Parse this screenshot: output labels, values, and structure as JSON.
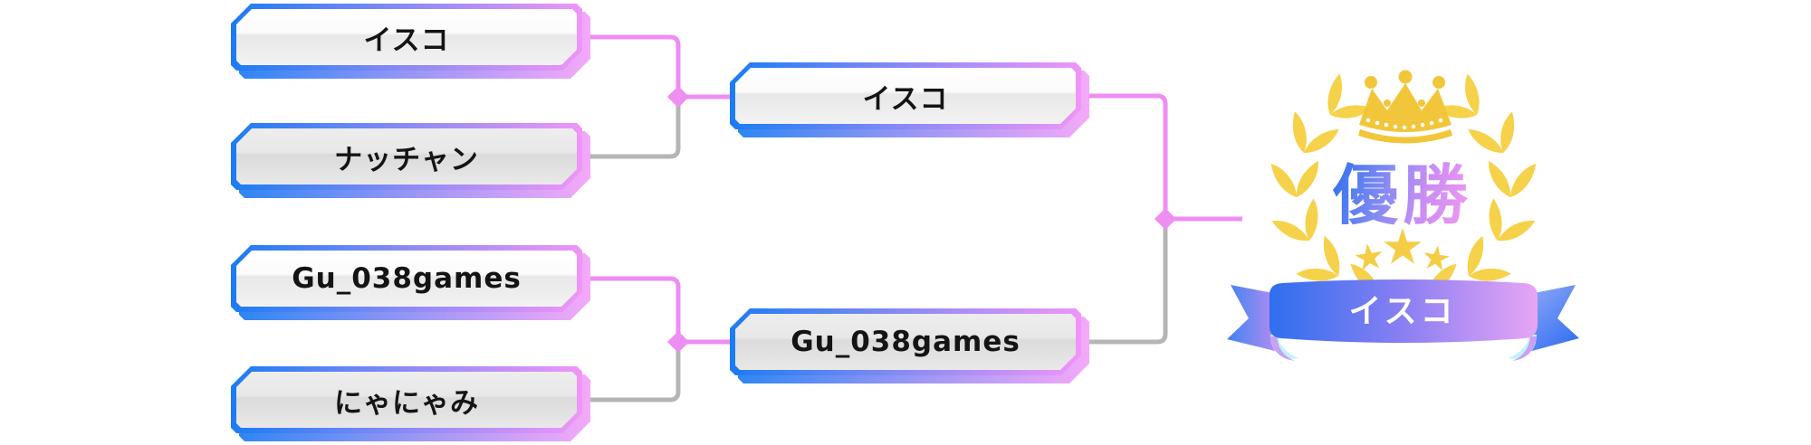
{
  "bracket": {
    "round1": [
      {
        "name": "イスコ",
        "status": "winner"
      },
      {
        "name": "ナッチャン",
        "status": "loser"
      },
      {
        "name": "Gu_038games",
        "status": "winner"
      },
      {
        "name": "にゃにゃみ",
        "status": "loser"
      }
    ],
    "round2": [
      {
        "name": "イスコ",
        "status": "winner"
      },
      {
        "name": "Gu_038games",
        "status": "loser"
      }
    ],
    "champion": {
      "label": "優勝",
      "name": "イスコ"
    }
  },
  "colors": {
    "box_border_blue": "#1b7cf3",
    "box_border_pink": "#f095f7",
    "winner_line_pink": "#ee8df2",
    "loser_line_gray": "#b5b5b5",
    "gold": "#e8b616",
    "ribbon_blue": "#2e6fee",
    "ribbon_purple": "#8a7ff2",
    "ribbon_pink": "#e7a0f3",
    "ribbon_fold_cyan": "#c2f2f8",
    "champion_text_blue": "#2a70f0",
    "champion_text_pink": "#e896f0",
    "background": "#ffffff"
  }
}
